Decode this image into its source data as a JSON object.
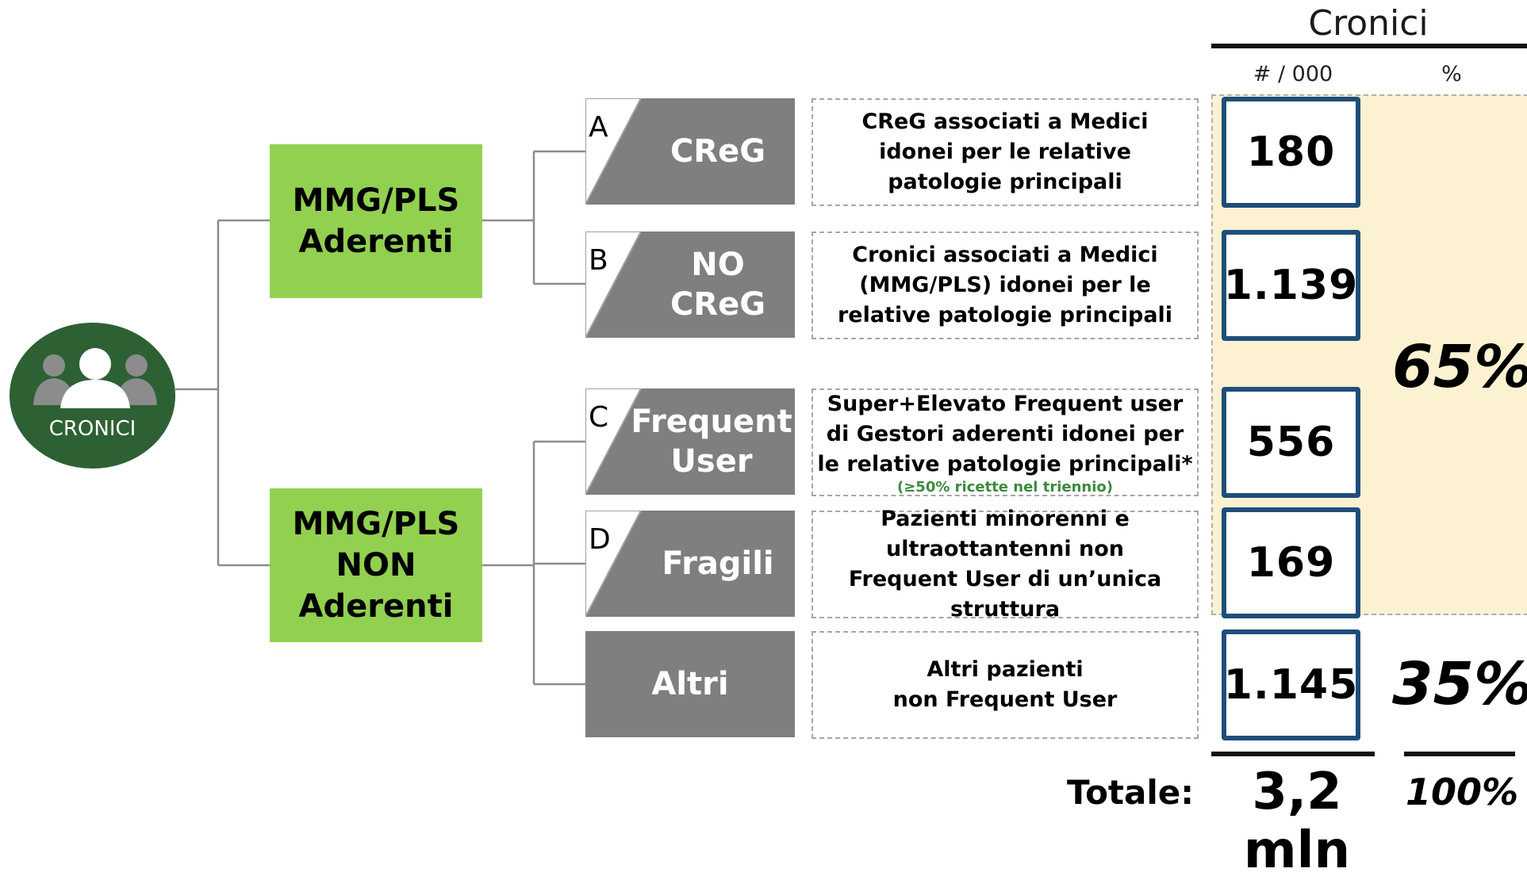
{
  "header": {
    "title": "Cronici",
    "col_count": "# / 000",
    "col_pct": "%"
  },
  "root": {
    "label": "CRONICI",
    "icon": "people-group-icon"
  },
  "groups": {
    "aderenti": "MMG/PLS\nAderenti",
    "non_aderenti": "MMG/PLS\nNON\nAderenti"
  },
  "categories": [
    {
      "letter": "A",
      "name": "CReG",
      "desc": "CReG associati a Medici idonei per le relative patologie principali",
      "note": "",
      "value": "180"
    },
    {
      "letter": "B",
      "name": "NO\nCReG",
      "desc": "Cronici  associati a Medici (MMG/PLS) idonei per le relative patologie principali",
      "note": "",
      "value": "1.139"
    },
    {
      "letter": "C",
      "name": "Frequent\nUser",
      "desc": "Super+Elevato Frequent user di Gestori aderenti idonei per le relative patologie principali*",
      "note": "(≥50% ricette nel triennio)",
      "value": "556"
    },
    {
      "letter": "D",
      "name": "Fragili",
      "desc": "Pazienti minorenni e ultraottantenni non Frequent User di un’unica struttura",
      "note": "",
      "value": "169"
    },
    {
      "letter": "",
      "name": "Altri",
      "desc": "Altri pazienti\nnon Frequent User",
      "note": "",
      "value": "1.145"
    }
  ],
  "percentages": {
    "group_abcd": "65%",
    "group_altri": "35%"
  },
  "totals": {
    "label": "Totale:",
    "value": "3,2 mln",
    "pct": "100%"
  },
  "colors": {
    "dark_green": "#2d6134",
    "light_green": "#92d050",
    "gray": "#7f7f7f",
    "navy": "#1f4e79",
    "cream": "#fcf2d1"
  }
}
